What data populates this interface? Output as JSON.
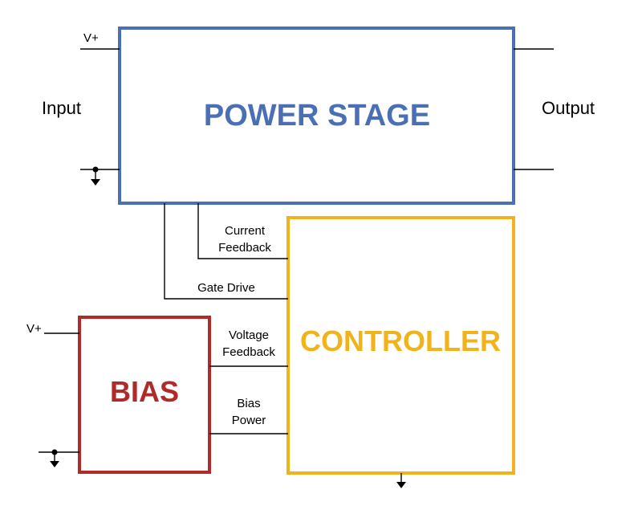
{
  "colors": {
    "power_stage": "#4a6fb5",
    "controller": "#f0b41a",
    "bias": "#b02a2a",
    "wire": "#000000"
  },
  "blocks": {
    "power_stage": {
      "title": "POWER STAGE"
    },
    "controller": {
      "title": "CONTROLLER"
    },
    "bias": {
      "title": "BIAS"
    }
  },
  "labels": {
    "input": "Input",
    "output": "Output",
    "vplus_top": "V+",
    "vplus_bias": "V+",
    "current_feedback": [
      "Current",
      "Feedback"
    ],
    "gate_drive": "Gate Drive",
    "voltage_feedback": [
      "Voltage",
      "Feedback"
    ],
    "bias_power": [
      "Bias",
      "Power"
    ]
  },
  "icons": [
    "ground-icon"
  ]
}
